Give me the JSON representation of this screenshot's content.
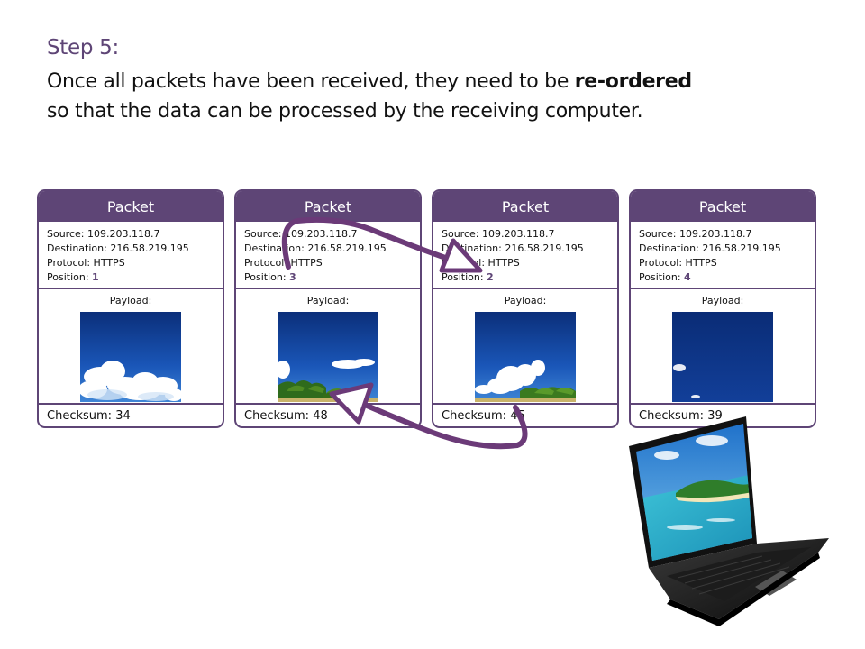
{
  "step": {
    "title": "Step 5:",
    "line1_before": "Once all packets have been received, they need to be ",
    "line1_bold": "re-ordered",
    "line2": "so that the data can be processed by the receiving computer."
  },
  "packets": [
    {
      "header": "Packet",
      "source_label": "Source:",
      "source": "109.203.118.7",
      "destination_label": "Destination:",
      "destination": "216.58.219.195",
      "protocol_label": "Protocol:",
      "protocol": "HTTPS",
      "position_label": "Position:",
      "position": "1",
      "payload_label": "Payload:",
      "payload_image": "clouds-sky-image",
      "checksum_label": "Checksum:",
      "checksum": "34"
    },
    {
      "header": "Packet",
      "source_label": "Source:",
      "source": "109.203.118.7",
      "destination_label": "Destination:",
      "destination": "216.58.219.195",
      "protocol_label": "Protocol:",
      "protocol": "HTTPS",
      "position_label": "Position:",
      "position": "3",
      "payload_label": "Payload:",
      "payload_image": "palm-trees-sky-image",
      "checksum_label": "Checksum:",
      "checksum": "48"
    },
    {
      "header": "Packet",
      "source_label": "Source:",
      "source": "109.203.118.7",
      "destination_label": "Destination:",
      "destination": "216.58.219.195",
      "protocol_label": "Protocol:",
      "protocol": "HTTPS",
      "position_label": "Position:",
      "position": "2",
      "payload_label": "Payload:",
      "payload_image": "cloud-palm-image",
      "checksum_label": "Checksum:",
      "checksum": "45"
    },
    {
      "header": "Packet",
      "source_label": "Source:",
      "source": "109.203.118.7",
      "destination_label": "Destination:",
      "destination": "216.58.219.195",
      "protocol_label": "Protocol:",
      "protocol": "HTTPS",
      "position_label": "Position:",
      "position": "4",
      "payload_label": "Payload:",
      "payload_image": "blue-sky-image",
      "checksum_label": "Checksum:",
      "checksum": "39"
    }
  ],
  "colors": {
    "accent": "#5e4576",
    "arrow": "#6b3a78"
  },
  "laptop_image": "laptop-beach-image"
}
